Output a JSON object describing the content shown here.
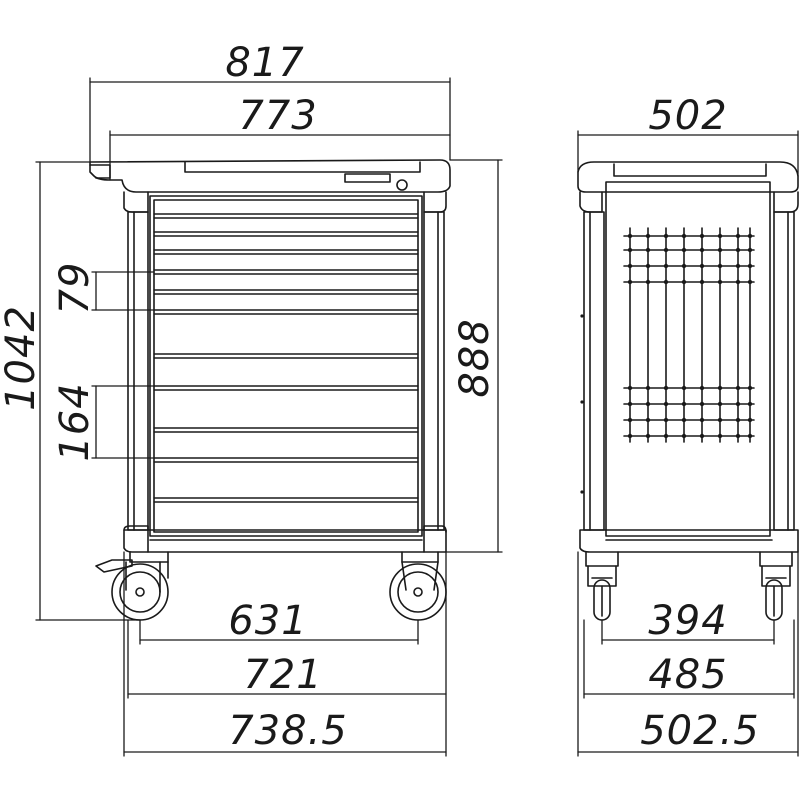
{
  "drawing": {
    "colors": {
      "line": "#1a1a1a",
      "background": "#ffffff"
    },
    "front_view": {
      "overall_width_top": "817",
      "top_width": "773",
      "overall_height": "1042",
      "body_height": "888",
      "drawer_height_small": "79",
      "drawer_height_large": "164",
      "wheel_spacing": "631",
      "base_width": "721",
      "overall_width_bottom": "738.5"
    },
    "side_view": {
      "top_depth": "502",
      "wheel_spacing": "394",
      "base_depth": "485",
      "overall_depth_bottom": "502.5"
    }
  }
}
